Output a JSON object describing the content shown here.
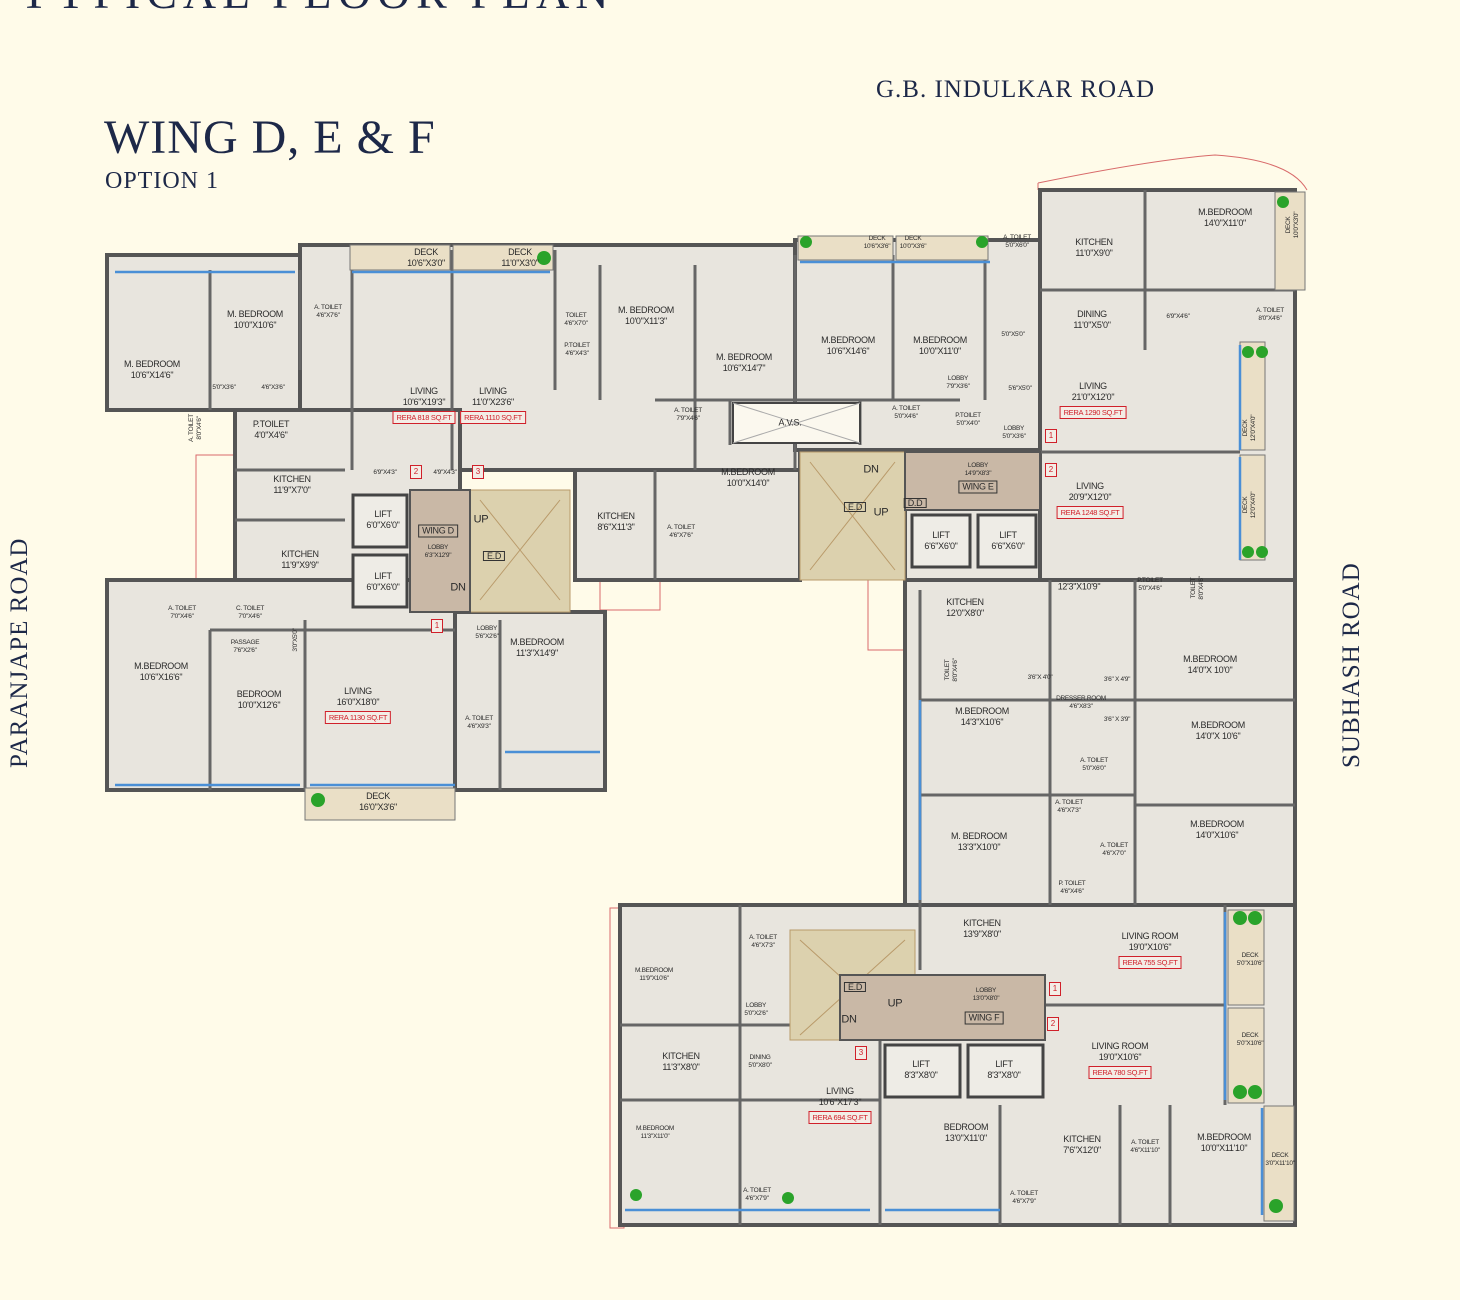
{
  "header": {
    "top_title": "TYPICAL FLOOR PLAN",
    "title": "WING D, E & F",
    "subtitle": "OPTION 1"
  },
  "roads": {
    "top": "G.B. INDULKAR ROAD",
    "left": "PARANJAPE ROAD",
    "right": "SUBHASH ROAD"
  },
  "colors": {
    "text": "#1d2848",
    "rera": "#d0202a",
    "wall": "#555555",
    "floor": "#e8e5de",
    "lobby": "#c9b8a6",
    "stairs": "#dcd1ae",
    "window": "#4a8fd6",
    "background": "#fffbe9"
  },
  "rooms": [
    {
      "name": "M. BEDROOM",
      "size": "10'6\"X14'6\""
    },
    {
      "name": "M. BEDROOM",
      "size": "10'0\"X10'6\""
    },
    {
      "name": "A. TOILET",
      "size": "4'6\"X7'6\""
    },
    {
      "name": "",
      "size": "5'0\"X3'6\""
    },
    {
      "name": "",
      "size": "4'6\"X3'6\""
    },
    {
      "name": "P.TOILET",
      "size": "4'0\"X4'6\""
    },
    {
      "name": "A. TOILET",
      "size": "8'0\"X4'6\""
    },
    {
      "name": "DECK",
      "size": "10'6\"X3'0\""
    },
    {
      "name": "DECK",
      "size": "11'0\"X3'0\""
    },
    {
      "name": "LIVING",
      "size": "10'6\"X19'3\"",
      "rera": "RERA 818 SQ.FT"
    },
    {
      "name": "LIVING",
      "size": "11'0\"X23'6\"",
      "rera": "RERA 1110 SQ.FT"
    },
    {
      "name": "KITCHEN",
      "size": "11'9\"X7'0\""
    },
    {
      "name": "",
      "size": "6'9\"X4'3\""
    },
    {
      "name": "",
      "size": "4'9\"X4'3\""
    },
    {
      "name": "TOILET",
      "size": "4'6\"X7'0\""
    },
    {
      "name": "P.TOILET",
      "size": "4'6\"X4'3\""
    },
    {
      "name": "M. BEDROOM",
      "size": "10'0\"X11'3\""
    },
    {
      "name": "M. BEDROOM",
      "size": "10'6\"X14'7\""
    },
    {
      "name": "DECK",
      "size": "10'6\"X3'6\""
    },
    {
      "name": "DECK",
      "size": "10'0\"X3'6\""
    },
    {
      "name": "A. TOILET",
      "size": "5'0\"X6'0\""
    },
    {
      "name": "M.BEDROOM",
      "size": "10'6\"X14'6\""
    },
    {
      "name": "M.BEDROOM",
      "size": "10'0\"X11'0\""
    },
    {
      "name": "",
      "size": "5'0\"X5'0\""
    },
    {
      "name": "LOBBY",
      "size": "7'9\"X3'6\""
    },
    {
      "name": "",
      "size": "5'6\"X5'0\""
    },
    {
      "name": "A. TOILET",
      "size": "7'9\"X4'6\""
    },
    {
      "name": "A.V.S.",
      "size": ""
    },
    {
      "name": "A. TOILET",
      "size": "5'0\"X4'6\""
    },
    {
      "name": "P.TOILET",
      "size": "5'0\"X4'0\""
    },
    {
      "name": "LOBBY",
      "size": "5'0\"X3'6\""
    },
    {
      "name": "M.BEDROOM",
      "size": "10'0\"X14'0\""
    },
    {
      "name": "KITCHEN",
      "size": "8'6\"X11'3\""
    },
    {
      "name": "A. TOILET",
      "size": "4'6\"X7'6\""
    },
    {
      "name": "LOBBY",
      "size": "14'9\"X8'3\""
    },
    {
      "name": "DN",
      "size": ""
    },
    {
      "name": "UP",
      "size": ""
    },
    {
      "name": "LIFT",
      "size": "6'6\"X6'0\""
    },
    {
      "name": "LIFT",
      "size": "6'6\"X6'0\""
    },
    {
      "name": "KITCHEN",
      "size": "11'0\"X9'0\""
    },
    {
      "name": "M.BEDROOM",
      "size": "14'0\"X11'0\""
    },
    {
      "name": "DECK",
      "size": "10'0\"X3'0\""
    },
    {
      "name": "",
      "size": "6'9\"X4'6\""
    },
    {
      "name": "A. TOILET",
      "size": "8'0\"X4'6\""
    },
    {
      "name": "DINING",
      "size": "11'0\"X5'0\""
    },
    {
      "name": "LIVING",
      "size": "21'0\"X12'0\"",
      "rera": "RERA 1290 SQ.FT"
    },
    {
      "name": "LIVING",
      "size": "20'9\"X12'0\"",
      "rera": "RERA 1248 SQ.FT"
    },
    {
      "name": "DECK",
      "size": "12'0\"X4'0\""
    },
    {
      "name": "DECK",
      "size": "12'0\"X4'0\""
    },
    {
      "name": "LIFT",
      "size": "6'0\"X6'0\""
    },
    {
      "name": "LIFT",
      "size": "6'0\"X6'0\""
    },
    {
      "name": "LOBBY",
      "size": "6'3\"X12'9\""
    },
    {
      "name": "UP",
      "size": ""
    },
    {
      "name": "DN",
      "size": ""
    },
    {
      "name": "KITCHEN",
      "size": "11'9\"X9'9\""
    },
    {
      "name": "A. TOILET",
      "size": "7'0\"X4'6\""
    },
    {
      "name": "C. TOILET",
      "size": "7'0\"X4'6\""
    },
    {
      "name": "PASSAGE",
      "size": "7'6\"X2'6\""
    },
    {
      "name": "",
      "size": "3'0\"X5'0\""
    },
    {
      "name": "M.BEDROOM",
      "size": "10'6\"X16'6\""
    },
    {
      "name": "BEDROOM",
      "size": "10'0\"X12'6\""
    },
    {
      "name": "LIVING",
      "size": "16'0\"X18'0\"",
      "rera": "RERA 1130 SQ.FT"
    },
    {
      "name": "DECK",
      "size": "16'0\"X3'6\""
    },
    {
      "name": "LOBBY",
      "size": "5'6\"X2'6\""
    },
    {
      "name": "M.BEDROOM",
      "size": "11'3\"X14'9\""
    },
    {
      "name": "A. TOILET",
      "size": "4'6\"X9'3\""
    },
    {
      "name": "",
      "size": "12'3\"X10'9\""
    },
    {
      "name": "KITCHEN",
      "size": "12'0\"X8'0\""
    },
    {
      "name": "TOILET",
      "size": "8'0\"X4'6\""
    },
    {
      "name": "P.TOILET",
      "size": "5'0\"X4'6\""
    },
    {
      "name": "TOILET",
      "size": "8'0\"X4'6\""
    },
    {
      "name": "M.BEDROOM",
      "size": "14'0\"X 10'0\""
    },
    {
      "name": "",
      "size": "3'6\"X 4'0\""
    },
    {
      "name": "",
      "size": "3'6\" X 4'9\""
    },
    {
      "name": "DRESSER ROOM",
      "size": "4'6\"X8'3\""
    },
    {
      "name": "",
      "size": "3'6\" X 3'9\""
    },
    {
      "name": "M.BEDROOM",
      "size": "14'3\"X10'6\""
    },
    {
      "name": "M.BEDROOM",
      "size": "14'0\"X 10'6\""
    },
    {
      "name": "A. TOILET",
      "size": "5'0\"X6'0\""
    },
    {
      "name": "A. TOILET",
      "size": "4'6\"X7'3\""
    },
    {
      "name": "A. TOILET",
      "size": "4'6\"X7'0\""
    },
    {
      "name": "M. BEDROOM",
      "size": "13'3\"X10'0\""
    },
    {
      "name": "M.BEDROOM",
      "size": "14'0\"X10'6\""
    },
    {
      "name": "P. TOILET",
      "size": "4'6\"X4'6\""
    },
    {
      "name": "KITCHEN",
      "size": "13'9\"X8'0\""
    },
    {
      "name": "LOBBY",
      "size": "13'0\"X8'0\""
    },
    {
      "name": "UP",
      "size": ""
    },
    {
      "name": "DN",
      "size": ""
    },
    {
      "name": "LIFT",
      "size": "8'3\"X8'0\""
    },
    {
      "name": "LIFT",
      "size": "8'3\"X8'0\""
    },
    {
      "name": "M.BEDROOM",
      "size": "11'9\"X10'6\""
    },
    {
      "name": "A. TOILET",
      "size": "4'6\"X7'3\""
    },
    {
      "name": "LOBBY",
      "size": "5'0\"X2'6\""
    },
    {
      "name": "KITCHEN",
      "size": "11'3\"X8'0\""
    },
    {
      "name": "DINING",
      "size": "5'0\"X8'0\""
    },
    {
      "name": "M.BEDROOM",
      "size": "11'3\"X11'0\""
    },
    {
      "name": "LIVING",
      "size": "10'6\"X17'3\"",
      "rera": "RERA 694 SQ.FT"
    },
    {
      "name": "A. TOILET",
      "size": "4'6\"X7'9\""
    },
    {
      "name": "BEDROOM",
      "size": "13'0\"X11'0\""
    },
    {
      "name": "A. TOILET",
      "size": "4'6\"X7'9\""
    },
    {
      "name": "LIVING ROOM",
      "size": "19'0\"X10'6\"",
      "rera": "RERA 755 SQ.FT"
    },
    {
      "name": "LIVING ROOM",
      "size": "19'0\"X10'6\"",
      "rera": "RERA 780 SQ.FT"
    },
    {
      "name": "KITCHEN",
      "size": "7'6\"X12'0\""
    },
    {
      "name": "A. TOILET",
      "size": "4'6\"X11'10\""
    },
    {
      "name": "M.BEDROOM",
      "size": "10'0\"X11'10\""
    },
    {
      "name": "DECK",
      "size": "5'0\"X10'6\""
    },
    {
      "name": "DECK",
      "size": "5'0\"X10'6\""
    },
    {
      "name": "DECK",
      "size": "3'0\"X11'10\""
    }
  ],
  "wing_tags": [
    "WING D",
    "WING E",
    "WING F"
  ],
  "ed_labels": [
    "E.D",
    "E.D",
    "E.D",
    "D.D"
  ],
  "door_numbers": [
    "1",
    "2",
    "3",
    "1",
    "2",
    "1",
    "2",
    "3"
  ]
}
